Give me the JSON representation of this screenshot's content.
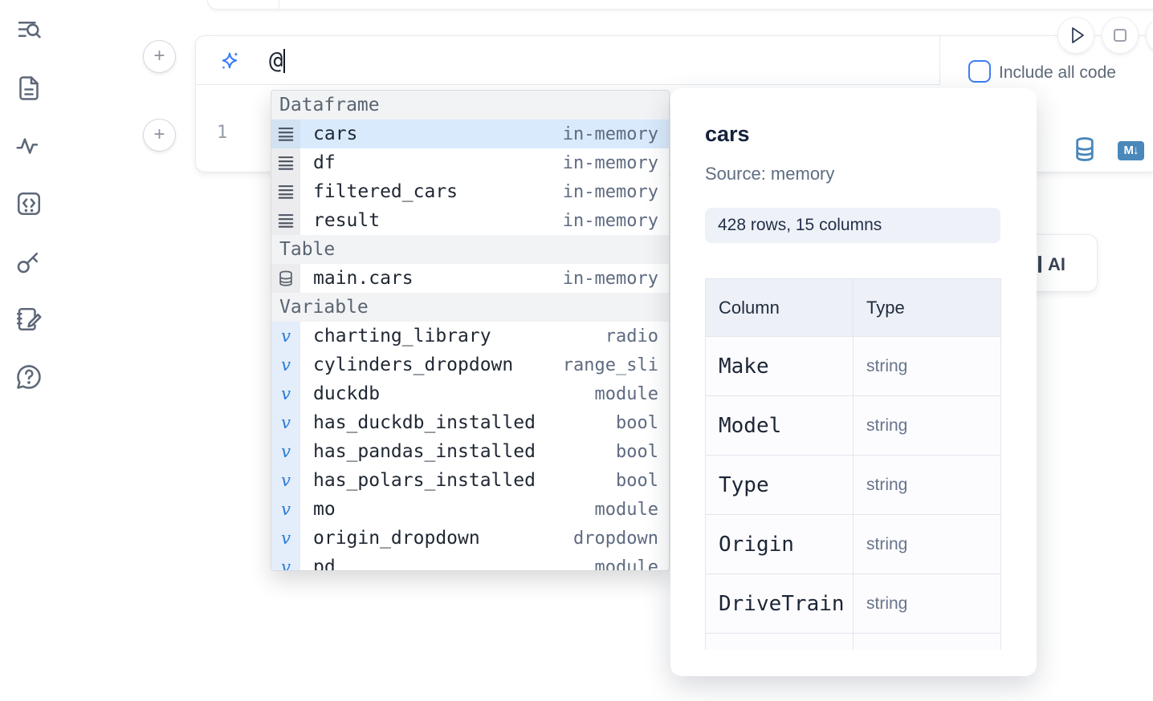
{
  "sidebar": {
    "items": [
      {
        "icon": "toc-search-icon"
      },
      {
        "icon": "document-icon"
      },
      {
        "icon": "activity-icon"
      },
      {
        "icon": "code-snippets-icon"
      },
      {
        "icon": "key-icon"
      },
      {
        "icon": "scratchpad-icon"
      },
      {
        "icon": "help-chat-icon"
      }
    ]
  },
  "run_controls": {
    "play_icon": "play-icon",
    "stop_icon": "stop-icon"
  },
  "cell": {
    "prompt_value": "@",
    "sparkle_icon": "sparkles-icon",
    "include_all_code_label": "Include all code",
    "line_number": "1",
    "markdown_badge": "M↓"
  },
  "autocomplete": {
    "sections": [
      {
        "label": "Dataframe",
        "items": [
          {
            "name": "cars",
            "type": "in-memory",
            "icon": "dataframe-icon",
            "selected": true
          },
          {
            "name": "df",
            "type": "in-memory",
            "icon": "dataframe-icon"
          },
          {
            "name": "filtered_cars",
            "type": "in-memory",
            "icon": "dataframe-icon"
          },
          {
            "name": "result",
            "type": "in-memory",
            "icon": "dataframe-icon"
          }
        ]
      },
      {
        "label": "Table",
        "items": [
          {
            "name": "main.cars",
            "type": "in-memory",
            "icon": "database-icon"
          }
        ]
      },
      {
        "label": "Variable",
        "items": [
          {
            "name": "charting_library",
            "type": "radio",
            "icon": "variable-icon"
          },
          {
            "name": "cylinders_dropdown",
            "type": "range_sli",
            "icon": "variable-icon"
          },
          {
            "name": "duckdb",
            "type": "module",
            "icon": "variable-icon"
          },
          {
            "name": "has_duckdb_installed",
            "type": "bool",
            "icon": "variable-icon"
          },
          {
            "name": "has_pandas_installed",
            "type": "bool",
            "icon": "variable-icon"
          },
          {
            "name": "has_polars_installed",
            "type": "bool",
            "icon": "variable-icon"
          },
          {
            "name": "mo",
            "type": "module",
            "icon": "variable-icon"
          },
          {
            "name": "origin_dropdown",
            "type": "dropdown",
            "icon": "variable-icon"
          },
          {
            "name": "pd",
            "type": "module",
            "icon": "variable-icon"
          }
        ]
      }
    ]
  },
  "popup": {
    "title": "cars",
    "source": "Source: memory",
    "badge": "428 rows, 15 columns",
    "table": {
      "headers": [
        "Column",
        "Type"
      ],
      "rows": [
        [
          "Make",
          "string"
        ],
        [
          "Model",
          "string"
        ],
        [
          "Type",
          "string"
        ],
        [
          "Origin",
          "string"
        ],
        [
          "DriveTrain",
          "string"
        ]
      ]
    }
  },
  "ai_button": {
    "visible_label": "AI"
  },
  "colors": {
    "accent_blue": "#3d7ef5",
    "steel_blue": "#4a87ba",
    "selected_row": "#d9eafc",
    "section_header_bg": "#f2f3f5",
    "popup_badge_bg": "#eef2f8",
    "table_header_bg": "#edf1f7"
  }
}
